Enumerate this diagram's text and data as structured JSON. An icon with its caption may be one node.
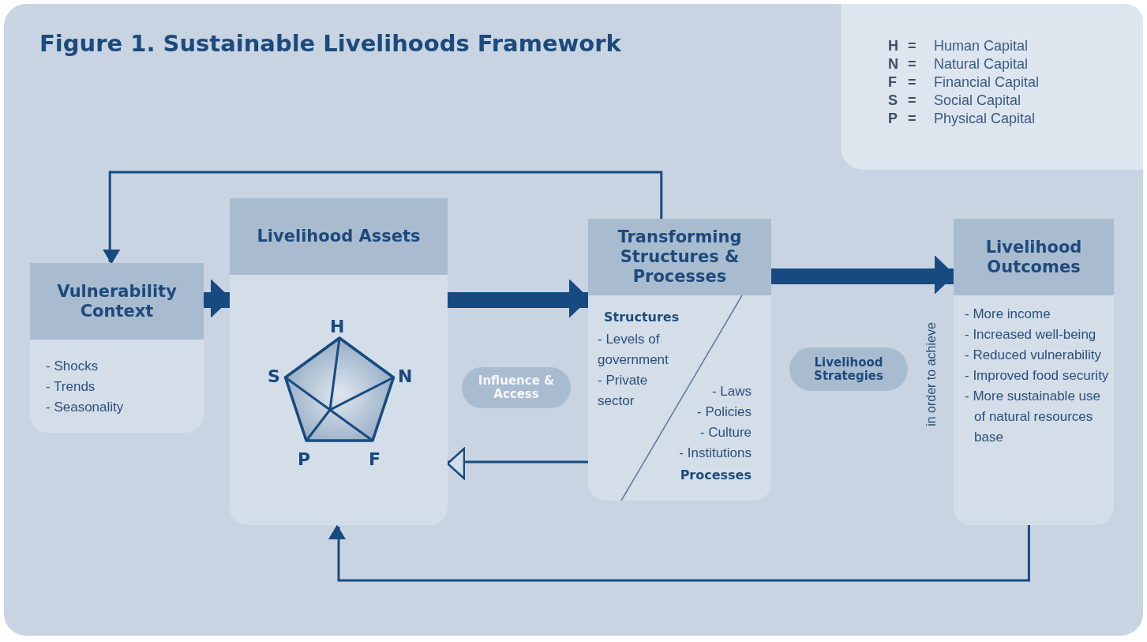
{
  "diagram": {
    "title": "Figure 1. Sustainable Livelihoods Framework",
    "nodes": [
      {
        "text": [
          "Vulnerability Context",
          "- Shocks",
          "- Trends",
          "- Seasonality"
        ]
      },
      {
        "text": [
          "Livelihood Assets",
          "H",
          "N",
          "F",
          "S",
          "P"
        ]
      },
      {
        "text": [
          "Influence & Access"
        ]
      },
      {
        "text": [
          "Transforming Structures & Processes",
          "Structures",
          "- Levels of government",
          "- Private sector",
          "- Laws",
          "- Policies",
          "- Culture",
          "- Institutions",
          "Processes"
        ]
      },
      {
        "text": [
          "Livelihood Strategies"
        ]
      },
      {
        "text": [
          "Livelihood Outcomes",
          "- More income",
          "- Increased well-being",
          "- Reduced vulnerability",
          "- Improved food security",
          "- More sustainable use of natural resources base"
        ]
      },
      {
        "text": [
          "H",
          "=",
          "Human Capital",
          "N",
          "=",
          "Natural Capital",
          "F",
          "=",
          "Financial Capital",
          "S",
          "=",
          "Social Capital",
          "P",
          "=",
          "Physical Capital"
        ]
      }
    ],
    "edges": [
      {
        "from": 0,
        "to": 1,
        "arrow": "to",
        "style": "thick"
      },
      {
        "from": 1,
        "to": 3,
        "arrow": "to",
        "style": "thick"
      },
      {
        "from": 3,
        "to": 1,
        "arrow": "to"
      },
      {
        "from": 3,
        "to": 5,
        "arrow": "to",
        "style": "thick"
      },
      {
        "from": 3,
        "to": 0,
        "arrow": "to"
      },
      {
        "from": 5,
        "to": 1,
        "arrow": "to"
      }
    ],
    "labels": [
      "in order to achieve"
    ]
  }
}
